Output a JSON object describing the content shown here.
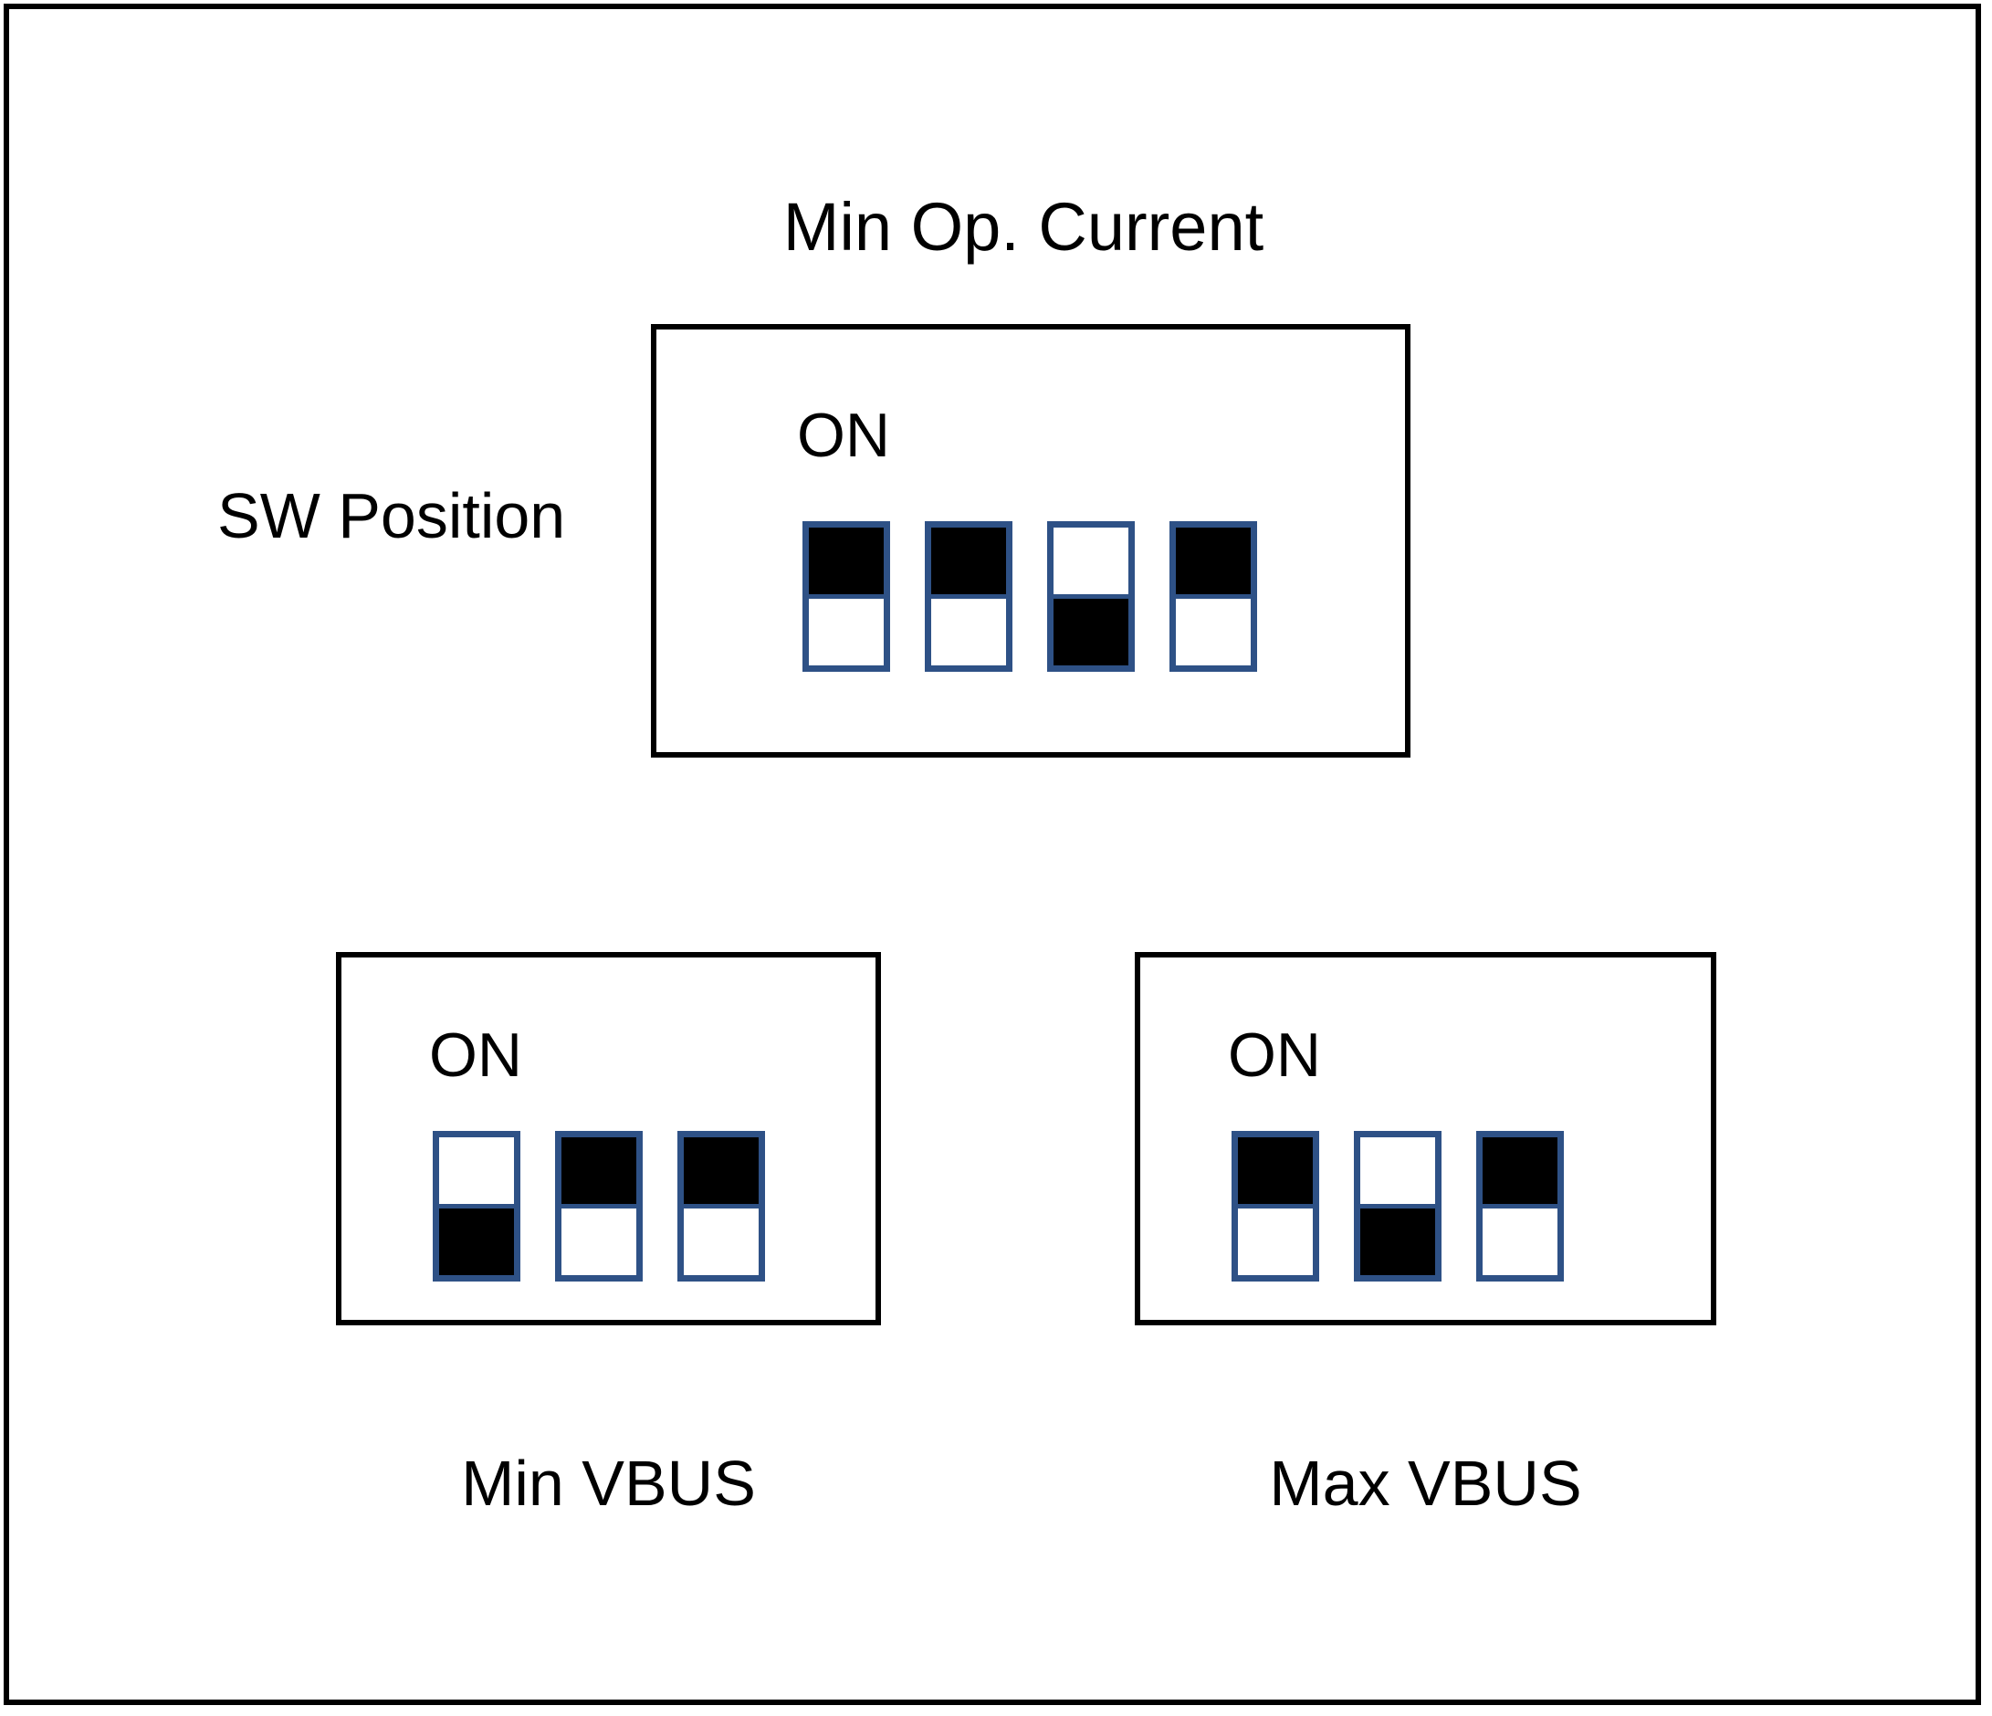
{
  "figure": {
    "title": "Min Op. Current",
    "row_label": "SW Position",
    "frame_color": "#000000",
    "switch_border_color": "#2E5186",
    "switch_on_fill": "#000000",
    "switch_off_fill": "#FFFFFF"
  },
  "blocks": [
    {
      "id": "min-op-current",
      "caption_above": "Min Op. Current",
      "caption_below": "",
      "on_label": "ON",
      "switch_count": 4,
      "switches": [
        {
          "index": 1,
          "state": "ON",
          "filled_half": "top"
        },
        {
          "index": 2,
          "state": "ON",
          "filled_half": "top"
        },
        {
          "index": 3,
          "state": "OFF",
          "filled_half": "bottom"
        },
        {
          "index": 4,
          "state": "ON",
          "filled_half": "top"
        }
      ]
    },
    {
      "id": "min-vbus",
      "caption_above": "",
      "caption_below": "Min VBUS",
      "on_label": "ON",
      "switch_count": 3,
      "switches": [
        {
          "index": 1,
          "state": "OFF",
          "filled_half": "bottom"
        },
        {
          "index": 2,
          "state": "ON",
          "filled_half": "top"
        },
        {
          "index": 3,
          "state": "ON",
          "filled_half": "top"
        }
      ]
    },
    {
      "id": "max-vbus",
      "caption_above": "",
      "caption_below": "Max VBUS",
      "on_label": "ON",
      "switch_count": 3,
      "switches": [
        {
          "index": 1,
          "state": "ON",
          "filled_half": "top"
        },
        {
          "index": 2,
          "state": "OFF",
          "filled_half": "bottom"
        },
        {
          "index": 3,
          "state": "ON",
          "filled_half": "top"
        }
      ]
    }
  ]
}
